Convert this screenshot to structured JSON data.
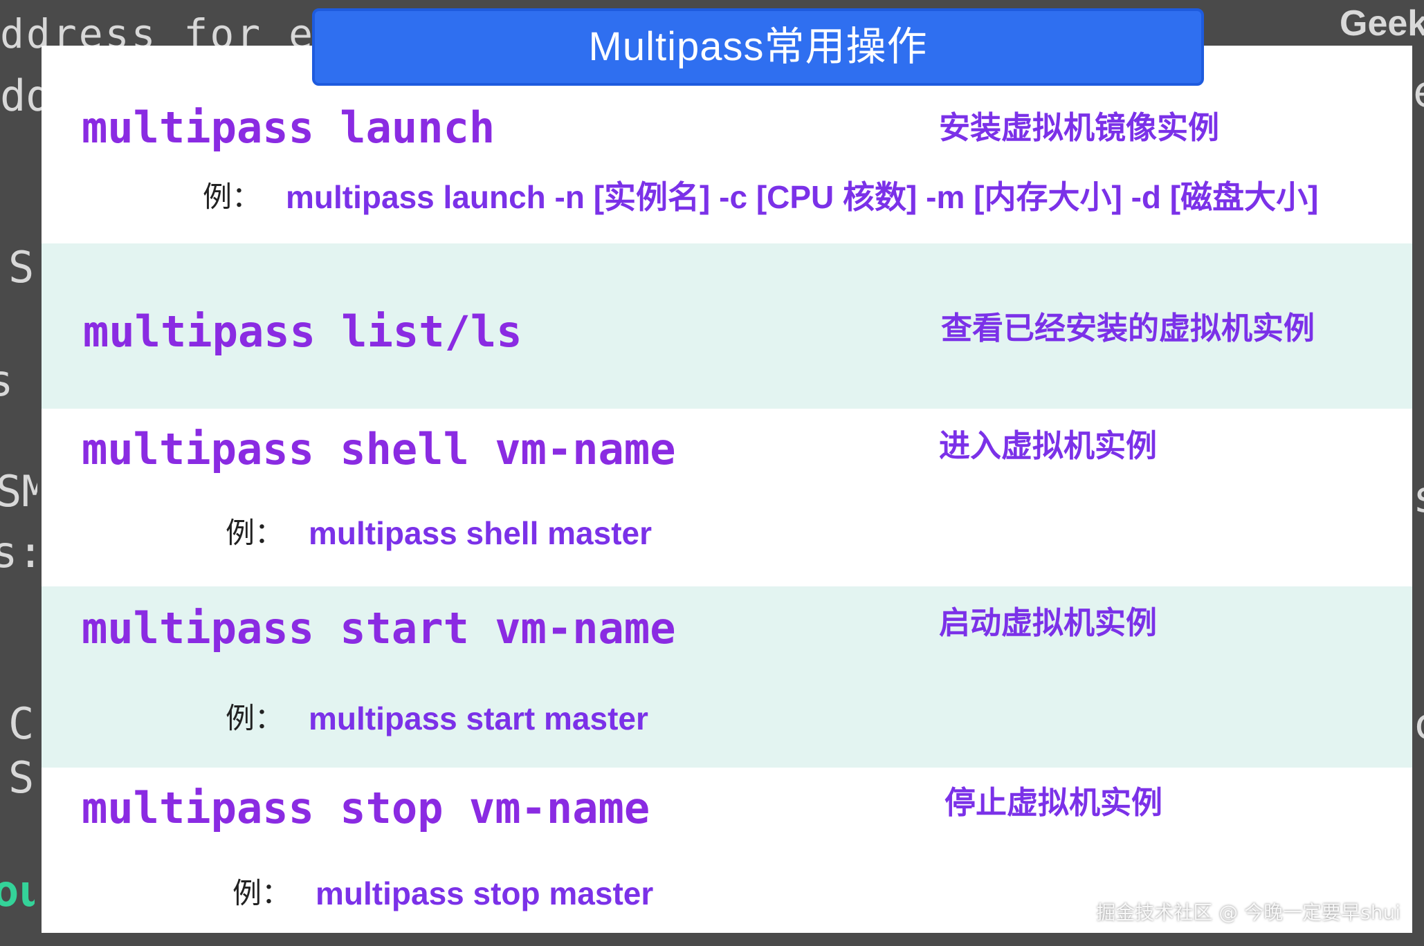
{
  "colors": {
    "background": "#4a4a4a",
    "panel": "#ffffff",
    "band": "#e3f4f1",
    "title_bar": "#2f6ff0",
    "command": "#8a2be2",
    "description": "#7b31e8"
  },
  "background": {
    "top_line": "ddress for e",
    "left_fragments": [
      "dd",
      "S",
      "s",
      "SM",
      "s:/",
      "C",
      "S",
      "ou"
    ],
    "right_fragments": [
      "e",
      "s",
      "c"
    ],
    "geek_tag": "Geek"
  },
  "title": "Multipass常用操作",
  "example_label": "例：",
  "rows": [
    {
      "command": "multipass launch",
      "description": "安装虚拟机镜像实例",
      "example": "multipass launch -n [实例名] -c [CPU 核数] -m [内存大小] -d [磁盘大小]"
    },
    {
      "command": "multipass list/ls",
      "description": "查看已经安装的虚拟机实例"
    },
    {
      "command": "multipass shell vm-name",
      "description": "进入虚拟机实例",
      "example": "multipass shell master"
    },
    {
      "command": "multipass start vm-name",
      "description": "启动虚拟机实例",
      "example": "multipass start master"
    },
    {
      "command": "multipass stop vm-name",
      "description": "停止虚拟机实例",
      "example": "multipass stop master"
    }
  ],
  "watermark": "掘金技术社区 @ 今晚一定要早shui"
}
